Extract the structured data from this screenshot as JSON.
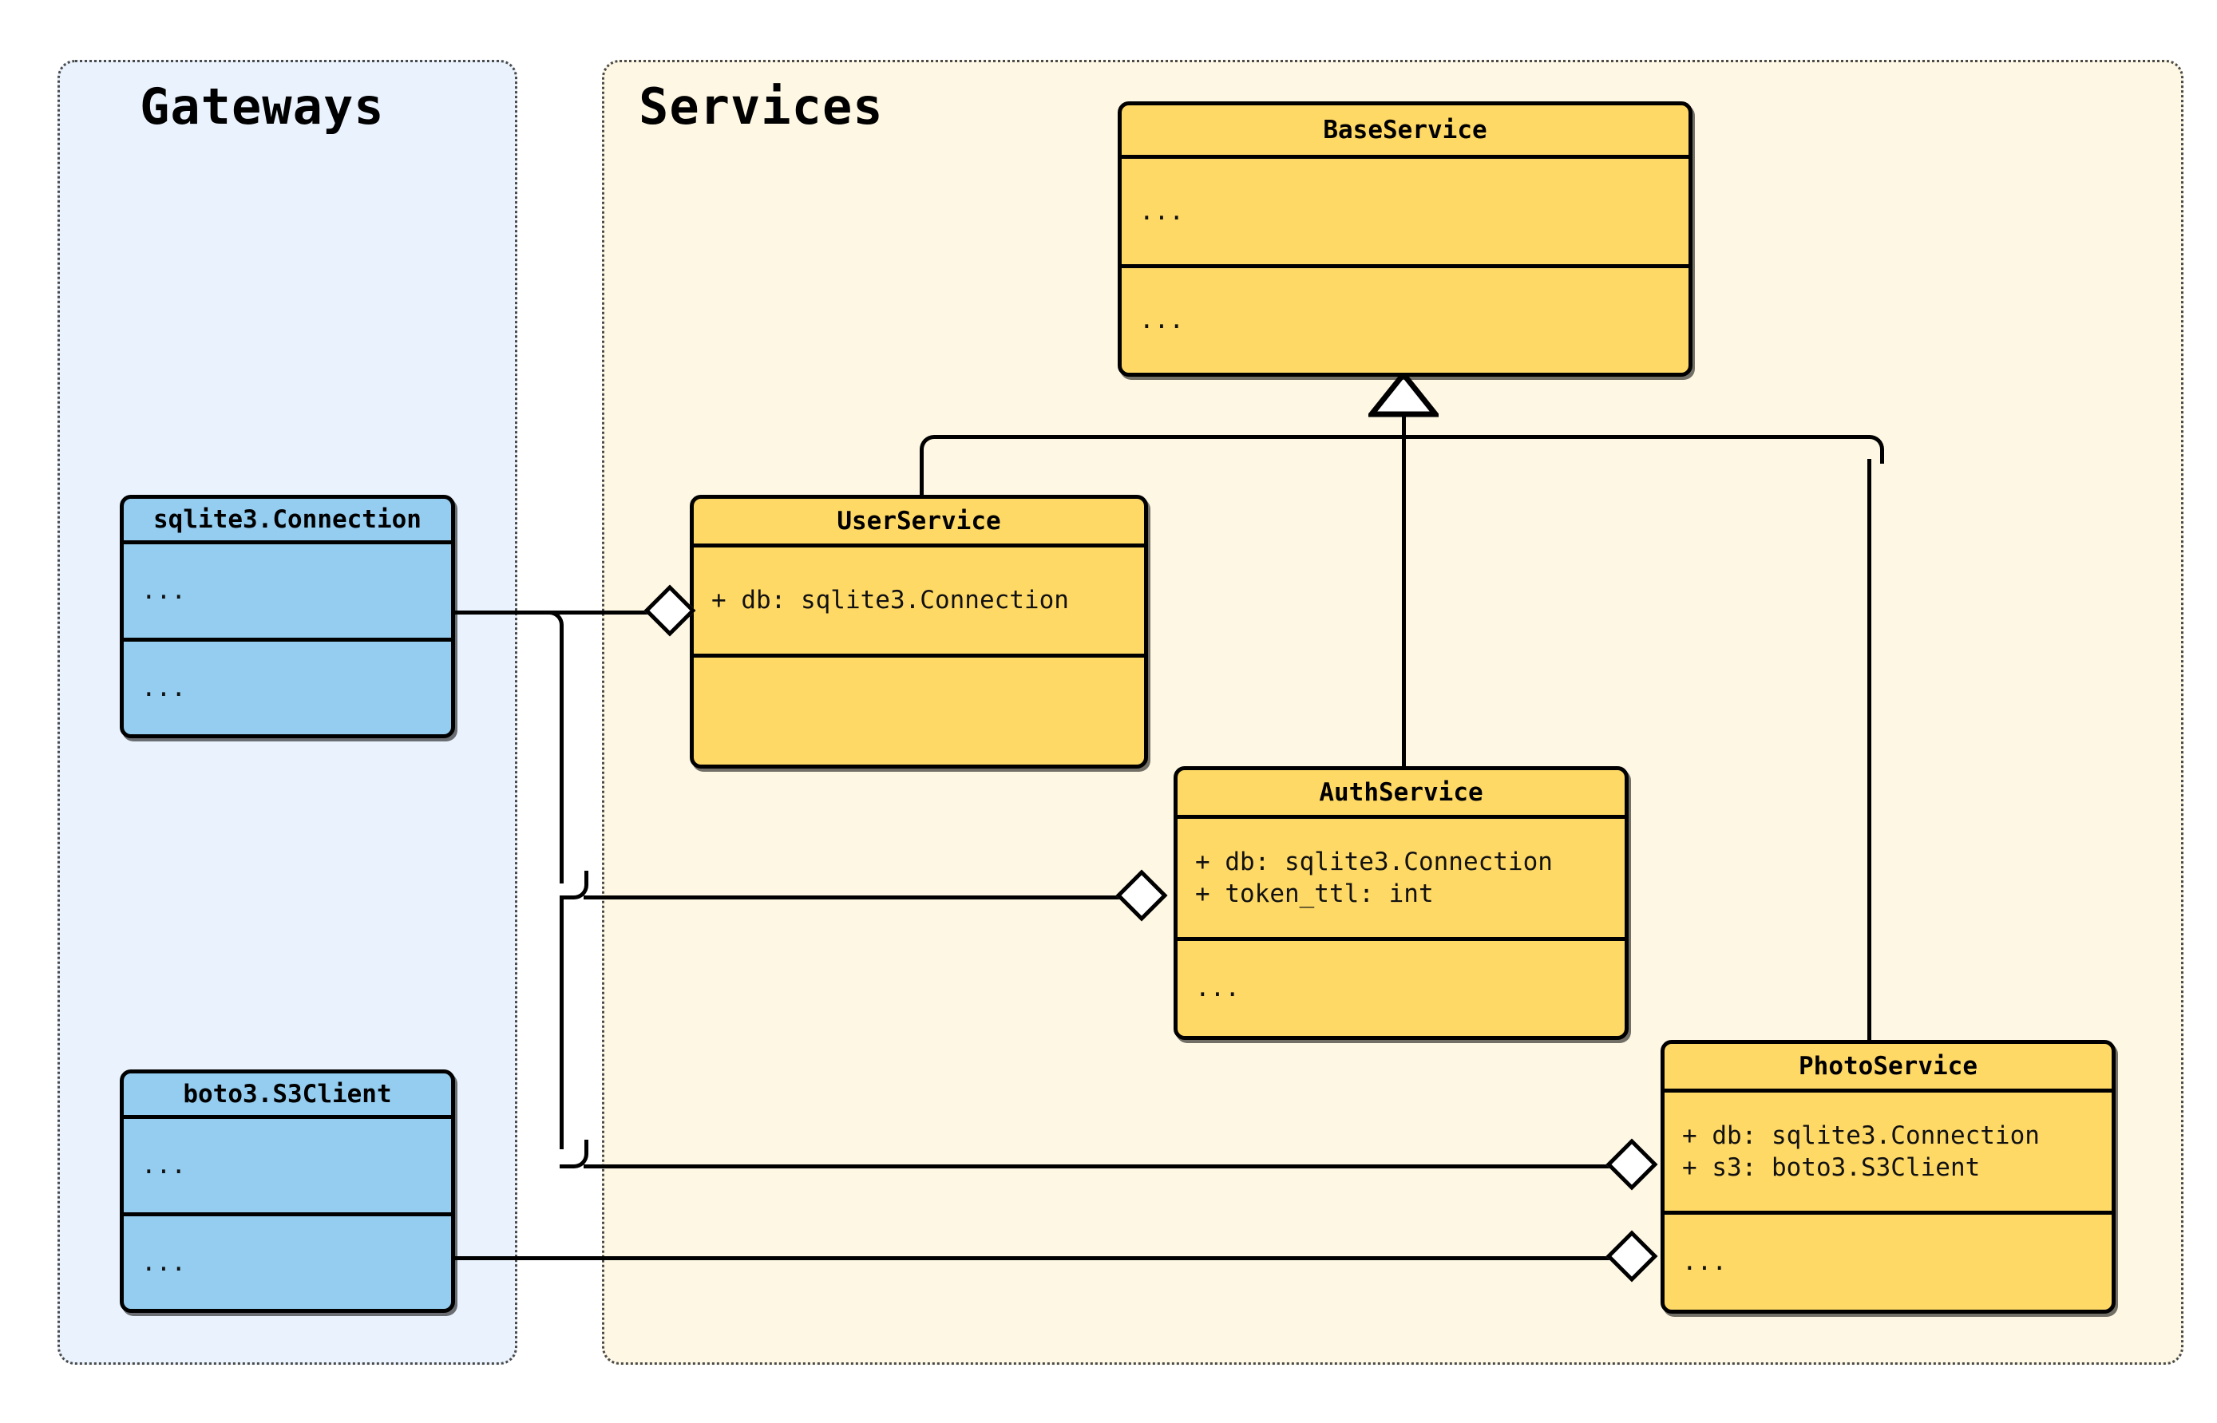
{
  "diagram": {
    "type": "uml-class-diagram",
    "packages": [
      {
        "id": "gateways",
        "title": "Gateways",
        "fill": "#eaf3fd",
        "border": "#4a4a4a"
      },
      {
        "id": "services",
        "title": "Services",
        "fill": "#fdf7e3",
        "border": "#4a4a4a"
      }
    ]
  },
  "classes": {
    "base_service": {
      "name": "BaseService",
      "fill": "#ffd966",
      "attributes": [
        "..."
      ],
      "methods": [
        "..."
      ]
    },
    "user_service": {
      "name": "UserService",
      "fill": "#ffd966",
      "attributes": [
        "+ db: sqlite3.Connection"
      ],
      "methods": [
        ""
      ]
    },
    "auth_service": {
      "name": "AuthService",
      "fill": "#ffd966",
      "attributes": [
        "+ db: sqlite3.Connection",
        "+ token_ttl: int"
      ],
      "methods": [
        "..."
      ]
    },
    "photo_service": {
      "name": "PhotoService",
      "fill": "#ffd966",
      "attributes": [
        "+ db: sqlite3.Connection",
        "+ s3: boto3.S3Client"
      ],
      "methods": [
        "..."
      ]
    },
    "sqlite_connection": {
      "name": "sqlite3.Connection",
      "fill": "#94cdf0",
      "attributes": [
        "..."
      ],
      "methods": [
        "..."
      ]
    },
    "s3_client": {
      "name": "boto3.S3Client",
      "fill": "#94cdf0",
      "attributes": [
        "..."
      ],
      "methods": [
        "..."
      ]
    }
  },
  "relationships": [
    {
      "kind": "inheritance",
      "from": "UserService",
      "to": "BaseService"
    },
    {
      "kind": "inheritance",
      "from": "AuthService",
      "to": "BaseService"
    },
    {
      "kind": "inheritance",
      "from": "PhotoService",
      "to": "BaseService"
    },
    {
      "kind": "aggregation",
      "from": "sqlite3.Connection",
      "to": "UserService"
    },
    {
      "kind": "aggregation",
      "from": "sqlite3.Connection",
      "to": "AuthService"
    },
    {
      "kind": "aggregation",
      "from": "sqlite3.Connection",
      "to": "PhotoService"
    },
    {
      "kind": "aggregation",
      "from": "boto3.S3Client",
      "to": "PhotoService"
    }
  ],
  "colors": {
    "service_fill": "#ffd966",
    "gateway_fill": "#94cdf0",
    "gateways_panel": "#eaf3fd",
    "services_panel": "#fdf7e3",
    "stroke": "#000000"
  }
}
